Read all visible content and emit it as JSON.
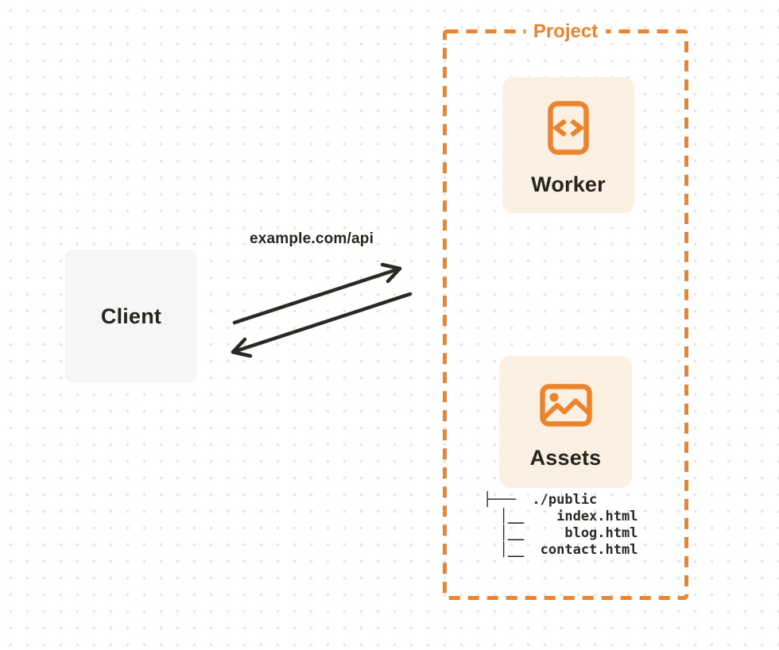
{
  "client": {
    "label": "Client"
  },
  "request": {
    "url_label": "example.com/api"
  },
  "project": {
    "label": "Project",
    "worker": {
      "label": "Worker",
      "icon": "code-document-icon"
    },
    "assets": {
      "label": "Assets",
      "icon": "image-icon"
    },
    "file_tree": {
      "lines": [
        "├───  ./public",
        "  │__    index.html",
        "  │__     blog.html",
        "  │__  contact.html"
      ]
    }
  },
  "colors": {
    "accent_orange": "#EC832D",
    "card_fill": "#FBF0E2",
    "client_fill": "#F6F6F7",
    "ink": "#26241F",
    "arrow_ink": "#2B2926",
    "dot_grid": "#E6E6E6"
  }
}
